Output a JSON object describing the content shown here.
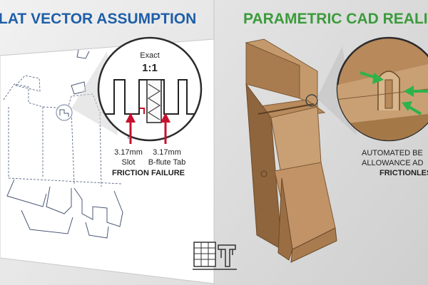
{
  "left_panel": {
    "heading": "LAT VECTOR ASSUMPTION",
    "heading_color": "#1f5fa8",
    "callout": {
      "top_label": "Exact",
      "ratio": "1:1",
      "slot_dim": "3.17mm",
      "slot_label": "Slot",
      "tab_dim": "3.17mm",
      "tab_label": "B-flute Tab",
      "failure_text": "FRICTION FAILURE"
    },
    "arrow_color": "#c8102e"
  },
  "right_panel": {
    "heading": "PARAMETRIC CAD REALIT",
    "heading_color": "#3b9b3b",
    "caption_line1": "AUTOMATED BE",
    "caption_line2": "ALLOWANCE AD",
    "caption_line3": "FRICTIONLESS",
    "arrow_color": "#2eb34a"
  },
  "icons": [
    "spreadsheet-icon",
    "caliper-icon"
  ]
}
